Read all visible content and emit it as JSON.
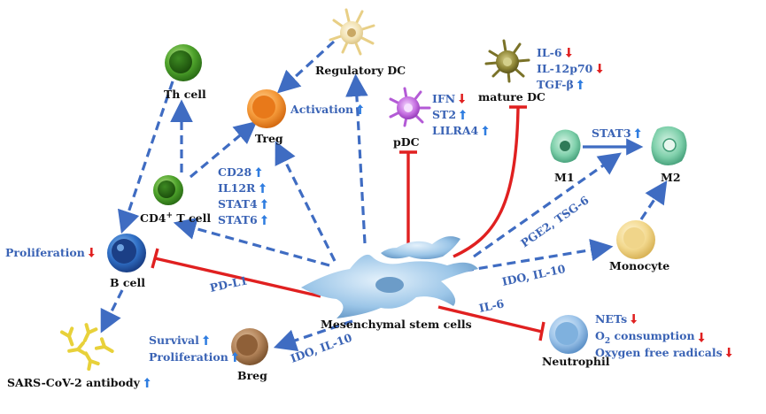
{
  "labels": {
    "th_cell": "Th cell",
    "treg": "Treg",
    "activation": "Activation",
    "regulatory_dc": "Regulatory DC",
    "mature_dc": "mature DC",
    "pdc": "pDC",
    "cd4_t_cell_pre": "CD4",
    "cd4_t_cell_sup": "+",
    "cd4_t_cell_post": " T cell",
    "b_cell": "B cell",
    "proliferation_b": "Proliferation",
    "sars_antibody": "SARS-CoV-2 antibody",
    "msc": "Mesenchymal stem cells",
    "pd_l1": "PD-L1",
    "il6_msc": "IL-6",
    "neutrophil": "Neutrophil",
    "breg": "Breg",
    "survival": "Survival",
    "proliferation_breg": "Proliferation",
    "ido_il10_breg": "IDO, IL-10",
    "ido_il10_mono": "IDO, IL-10",
    "monocyte": "Monocyte",
    "m1": "M1",
    "m2": "M2",
    "stat3": "STAT3",
    "pge2_tsg6": "PGE2, TSG-6"
  },
  "cd4_markers": [
    "CD28",
    "IL12R",
    "STAT4",
    "STAT6"
  ],
  "pdc_markers": [
    "IFN",
    "ST2",
    "LILRA4"
  ],
  "mature_dc_markers": [
    "IL-6",
    "IL-12p70",
    "TGF-β"
  ],
  "neutrophil_markers": [
    {
      "pre": "NETs",
      "sub": "",
      "post": ""
    },
    {
      "pre": "O",
      "sub": "2",
      "post": " consumption"
    },
    {
      "pre": "Oxygen free radicals",
      "sub": "",
      "post": ""
    }
  ],
  "icons": {
    "up": "up-arrow-icon",
    "down": "down-arrow-icon"
  },
  "colors": {
    "arrow_blue": "#3f6cc2",
    "text_blue": "#3a63b5",
    "inhibit_red": "#e02020",
    "up_blue": "#2f7de0",
    "down_red": "#e02020"
  }
}
